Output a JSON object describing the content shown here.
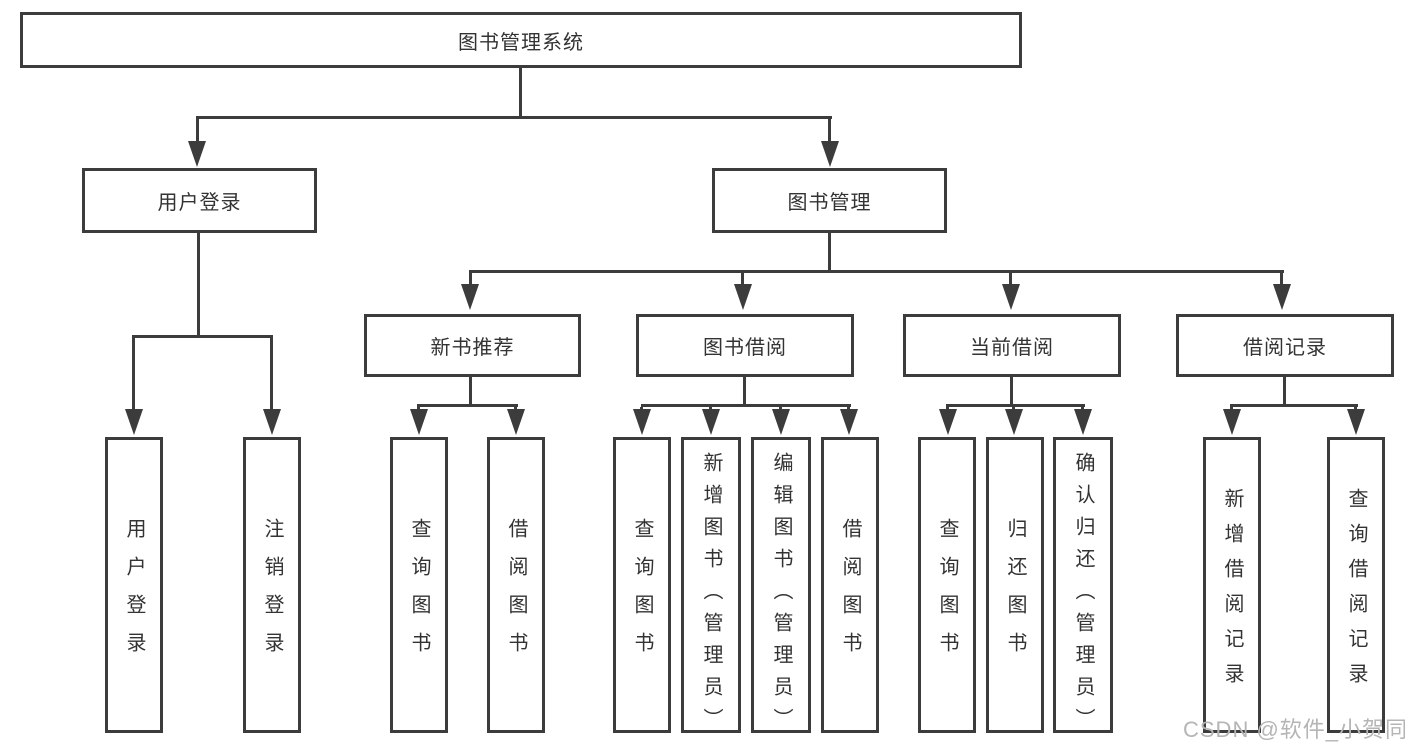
{
  "diagram": {
    "root_label": "图书管理系统",
    "level2": {
      "user_login": "用户登录",
      "book_management": "图书管理"
    },
    "level3": {
      "new_books": "新书推荐",
      "borrowing": "图书借阅",
      "current_borrow": "当前借阅",
      "borrow_records": "借阅记录"
    },
    "leaves": {
      "user_login": [
        "用户登录",
        "注销登录"
      ],
      "new_books": [
        "查询图书",
        "借阅图书"
      ],
      "borrowing": [
        "查询图书",
        "新增图书（管理员）",
        "编辑图书（管理员）",
        "借阅图书"
      ],
      "current_borrow": [
        "查询图书",
        "归还图书",
        "确认归还（管理员）"
      ],
      "borrow_records": [
        "新增借阅记录",
        "查询借阅记录"
      ]
    }
  },
  "watermark": {
    "text": "CSDN @软件_小贺同学",
    "color": "#b5b5b5"
  },
  "colors": {
    "line": "#3c3c3c",
    "text": "#333333",
    "background": "#ffffff"
  }
}
